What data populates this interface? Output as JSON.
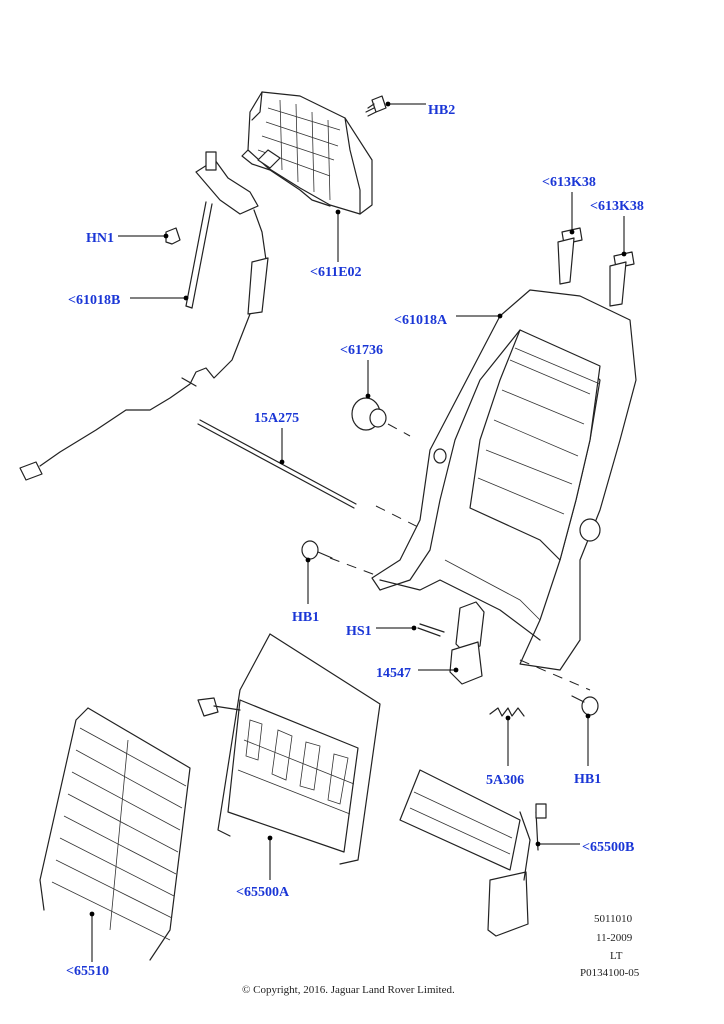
{
  "labels": {
    "hb2": "HB2",
    "hn1": "HN1",
    "p611e02": "<611E02",
    "p613k38_a": "<613K38",
    "p613k38_b": "<613K38",
    "p61018b": "<61018B",
    "p61018a": "<61018A",
    "p61736": "<61736",
    "p15a275": "15A275",
    "hb1_left": "HB1",
    "hs1": "HS1",
    "p14547": "14547",
    "p5a306": "5A306",
    "hb1_right": "HB1",
    "p65500b": "<65500B",
    "p65500a": "<65500A",
    "p65510": "<65510"
  },
  "footer": {
    "ref_code": "5011010",
    "date": "11-2009",
    "lt": "LT",
    "illustration_id": "P0134100-05",
    "copyright": "© Copyright, 2016. Jaguar Land Rover Limited."
  },
  "colors": {
    "label": "#1a36d6",
    "line": "#000000",
    "background": "#ffffff"
  }
}
